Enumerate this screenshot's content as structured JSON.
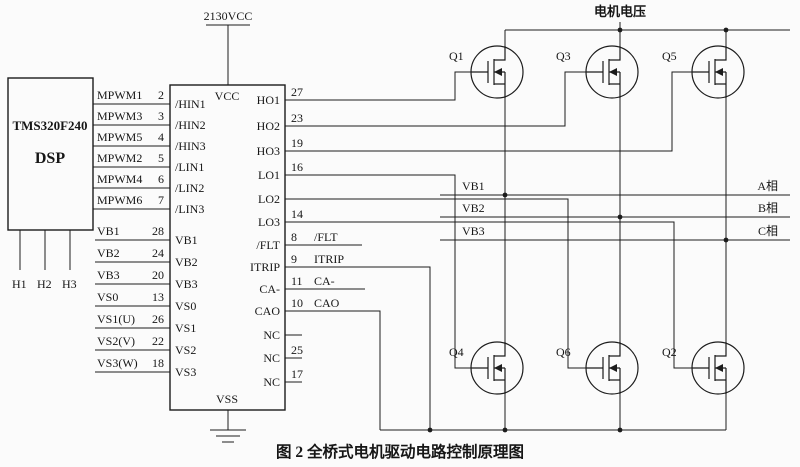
{
  "caption": "图 2 全桥式电机驱动电路控制原理图",
  "power": {
    "vcc_net": "2130VCC",
    "motor_voltage": "电机电压"
  },
  "dsp": {
    "part": "TMS320F240",
    "type": "DSP",
    "hall_pins": [
      "H1",
      "H2",
      "H3"
    ]
  },
  "driver": {
    "top_pin": "VCC",
    "bottom_pin": "VSS",
    "left_pins": [
      {
        "sig": "MPWM1",
        "num": "2",
        "pin": "/HIN1"
      },
      {
        "sig": "MPWM3",
        "num": "3",
        "pin": "/HIN2"
      },
      {
        "sig": "MPWM5",
        "num": "4",
        "pin": "/HIN3"
      },
      {
        "sig": "MPWM2",
        "num": "5",
        "pin": "/LIN1"
      },
      {
        "sig": "MPWM4",
        "num": "6",
        "pin": "/LIN2"
      },
      {
        "sig": "MPWM6",
        "num": "7",
        "pin": "/LIN3"
      },
      {
        "sig": "VB1",
        "num": "28",
        "pin": "VB1"
      },
      {
        "sig": "VB2",
        "num": "24",
        "pin": "VB2"
      },
      {
        "sig": "VB3",
        "num": "20",
        "pin": "VB3"
      },
      {
        "sig": "VS0",
        "num": "13",
        "pin": "VS0"
      },
      {
        "sig": "VS1(U)",
        "num": "26",
        "pin": "VS1"
      },
      {
        "sig": "VS2(V)",
        "num": "22",
        "pin": "VS2"
      },
      {
        "sig": "VS3(W)",
        "num": "18",
        "pin": "VS3"
      }
    ],
    "right_pins": [
      {
        "pin": "HO1",
        "num": "27",
        "lbl": ""
      },
      {
        "pin": "HO2",
        "num": "23",
        "lbl": ""
      },
      {
        "pin": "HO3",
        "num": "19",
        "lbl": ""
      },
      {
        "pin": "LO1",
        "num": "16",
        "lbl": ""
      },
      {
        "pin": "LO2",
        "num": "",
        "lbl": ""
      },
      {
        "pin": "LO3",
        "num": "14",
        "lbl": ""
      },
      {
        "pin": "/FLT",
        "num": "8",
        "lbl": "/FLT"
      },
      {
        "pin": "ITRIP",
        "num": "9",
        "lbl": "ITRIP"
      },
      {
        "pin": "CA-",
        "num": "11",
        "lbl": "CA-"
      },
      {
        "pin": "CAO",
        "num": "10",
        "lbl": "CAO"
      },
      {
        "pin": "NC",
        "num": "",
        "lbl": ""
      },
      {
        "pin": "NC",
        "num": "25",
        "lbl": ""
      },
      {
        "pin": "NC",
        "num": "17",
        "lbl": ""
      }
    ]
  },
  "transistors": [
    "Q1",
    "Q3",
    "Q5",
    "Q4",
    "Q6",
    "Q2"
  ],
  "phases": [
    {
      "bus": "VB1",
      "name": "A相"
    },
    {
      "bus": "VB2",
      "name": "B相"
    },
    {
      "bus": "VB3",
      "name": "C相"
    }
  ]
}
